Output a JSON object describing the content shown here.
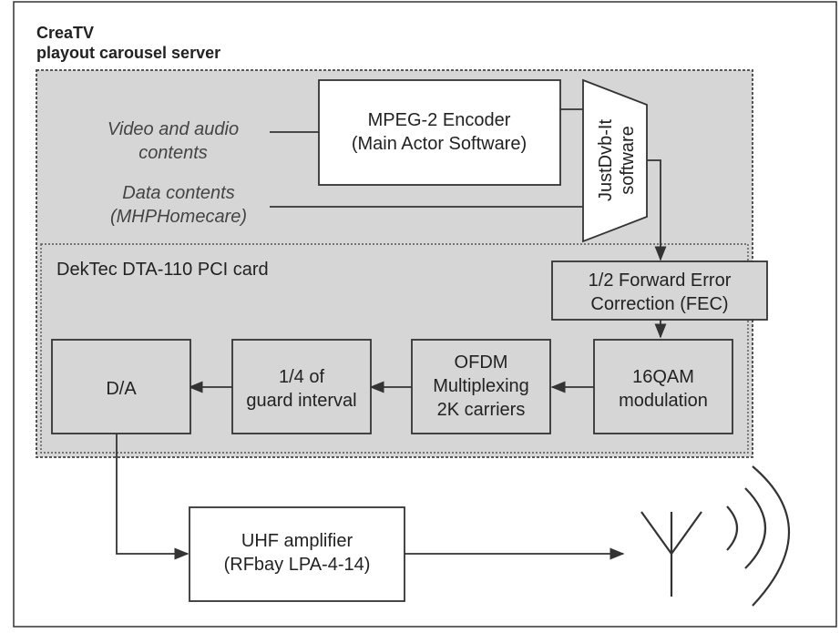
{
  "server": {
    "title_line1": "CreaTV",
    "title_line2": "playout carousel server"
  },
  "inputs": {
    "video_line1": "Video and audio",
    "video_line2": "contents",
    "data_line1": "Data contents",
    "data_line2": "(MHPHomecare)"
  },
  "blocks": {
    "encoder_line1": "MPEG-2 Encoder",
    "encoder_line2": "(Main Actor Software)",
    "mux_line1": "JustDvb-It",
    "mux_line2": "software",
    "card_title": "DekTec DTA-110 PCI card",
    "fec_line1": "1/2 Forward Error",
    "fec_line2": "Correction (FEC)",
    "qam_line1": "16QAM",
    "qam_line2": "modulation",
    "ofdm_line1": "OFDM",
    "ofdm_line2": "Multiplexing",
    "ofdm_line3": "2K carriers",
    "guard_line1": "1/4 of",
    "guard_line2": "guard interval",
    "da_label": "D/A",
    "amp_line1": "UHF amplifier",
    "amp_line2": "(RFbay LPA-4-14)"
  },
  "colors": {
    "server_fill": "#d6d6d6",
    "box_fill": "#d6d6d6",
    "stroke": "#333333"
  },
  "icons": [
    "antenna-icon",
    "radio-waves-icon"
  ]
}
